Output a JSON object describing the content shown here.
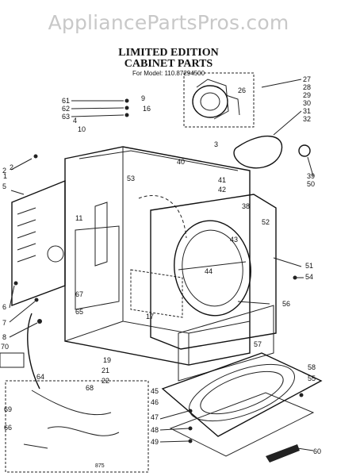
{
  "watermark": "AppliancePartsPros.com",
  "title": {
    "line1": "LIMITED EDITION",
    "line2": "CABINET PARTS",
    "model": "For Model: 110.87294500"
  },
  "footer_code": "875",
  "callouts": [
    "1",
    "2",
    "3",
    "4",
    "5",
    "6",
    "7",
    "8",
    "9",
    "10",
    "11",
    "16",
    "17",
    "19",
    "21",
    "22",
    "26",
    "27",
    "28",
    "29",
    "30",
    "31",
    "32",
    "38",
    "39",
    "40",
    "41",
    "42",
    "43",
    "44",
    "45",
    "46",
    "47",
    "48",
    "49",
    "50",
    "51",
    "52",
    "53",
    "54",
    "55",
    "56",
    "57",
    "58",
    "60",
    "61",
    "62",
    "63",
    "64",
    "65",
    "66",
    "67",
    "68",
    "69",
    "70"
  ]
}
